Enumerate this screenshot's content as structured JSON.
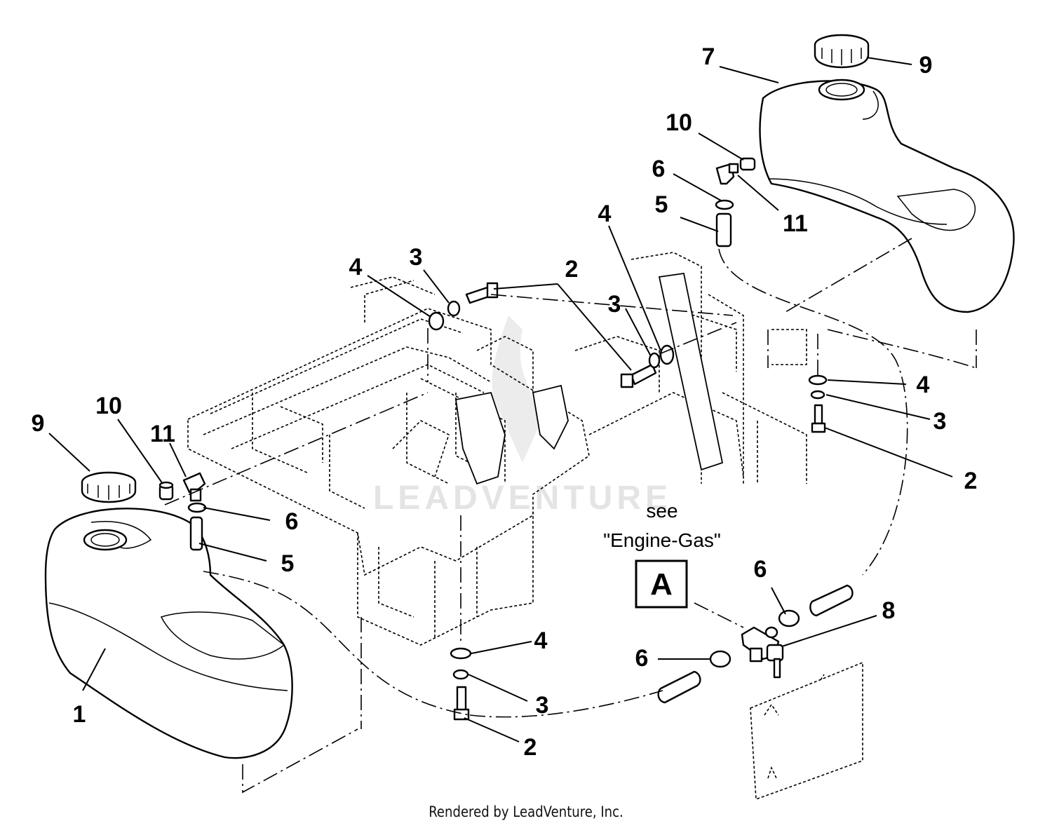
{
  "callouts": {
    "c1": "1",
    "c2a": "2",
    "c2b": "2",
    "c2c": "2",
    "c3a": "3",
    "c3b": "3",
    "c3c": "3",
    "c3d": "3",
    "c4a": "4",
    "c4b": "4",
    "c4c": "4",
    "c4d": "4",
    "c5a": "5",
    "c5b": "5",
    "c6a": "6",
    "c6b": "6",
    "c6c": "6",
    "c6d": "6",
    "c7": "7",
    "c8": "8",
    "c9a": "9",
    "c9b": "9",
    "c10a": "10",
    "c10b": "10",
    "c11a": "11",
    "c11b": "11"
  },
  "reference": {
    "see": "see",
    "target": "\"Engine-Gas\"",
    "box_letter": "A"
  },
  "watermark": "LEADVENTURE",
  "footer": "Rendered by LeadVenture, Inc."
}
